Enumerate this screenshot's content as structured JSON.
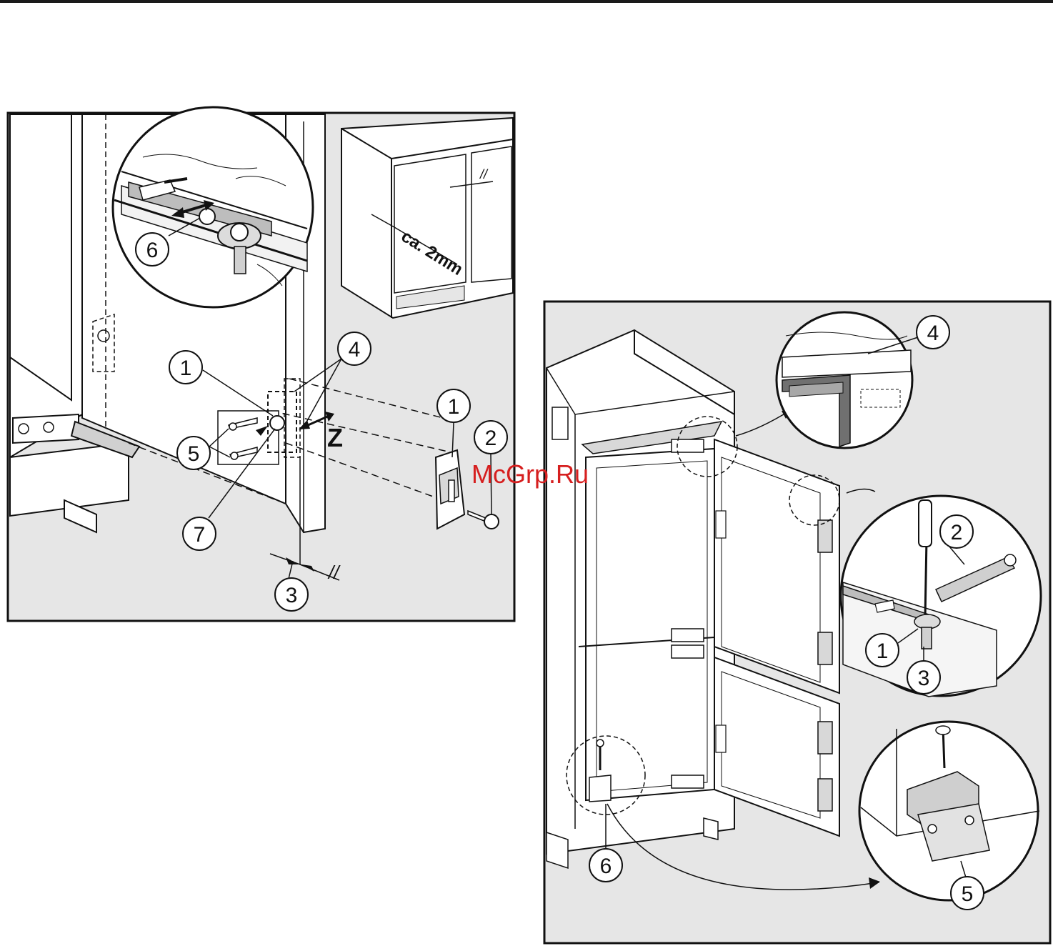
{
  "watermark": "McGrp.Ru",
  "panel_left": {
    "callouts": [
      "1",
      "4",
      "6",
      "5",
      "7",
      "3",
      "1",
      "2"
    ],
    "axis_label": "Z",
    "dimension_label": "ca. 2mm",
    "parallel_mark": "//"
  },
  "panel_right": {
    "callouts": [
      "4",
      "2",
      "1",
      "3",
      "2",
      "5",
      "6"
    ]
  }
}
